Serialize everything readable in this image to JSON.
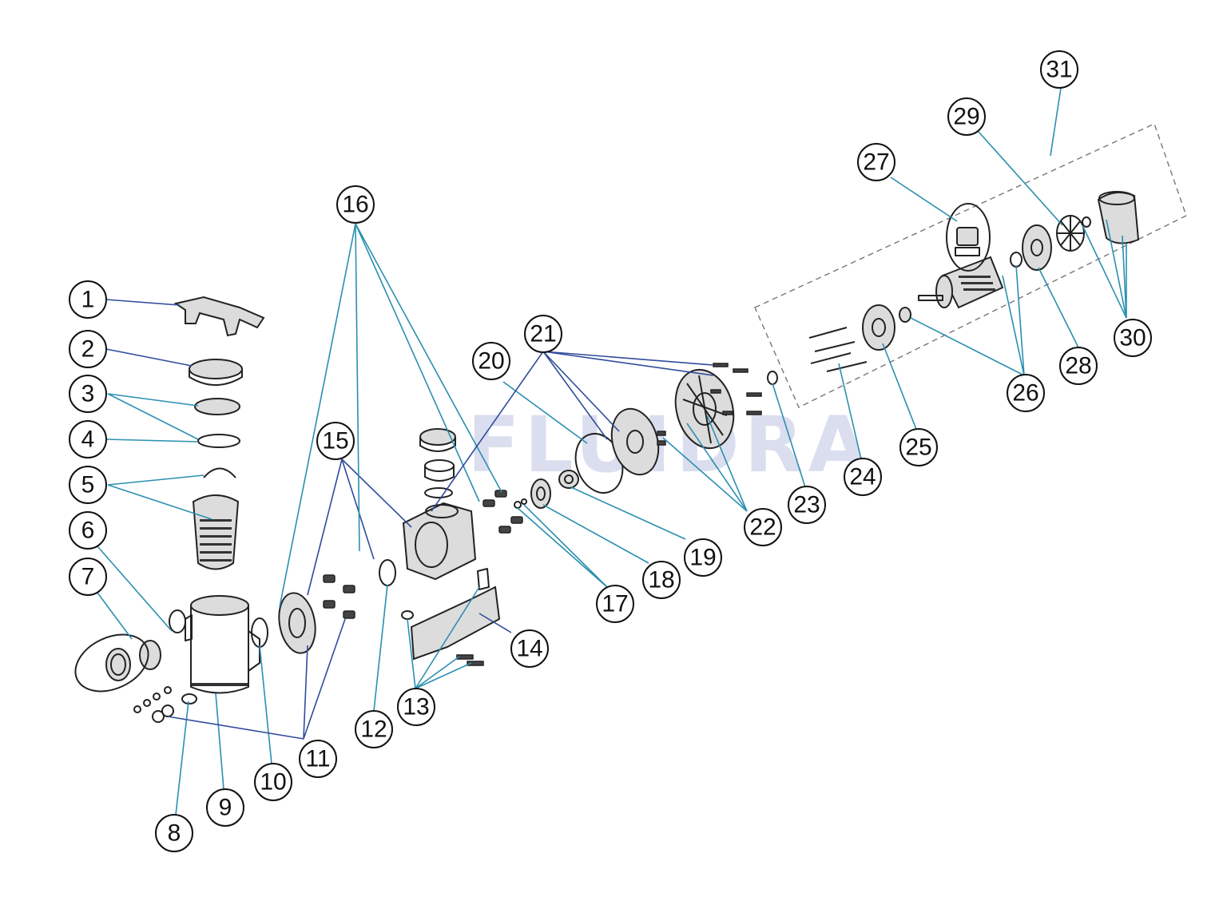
{
  "watermark": "FLUIDRA",
  "colors": {
    "leader": "#2b8fb0",
    "leader_dark": "#2f4c9c",
    "line": "#222222",
    "watermark": "#c9cde8"
  },
  "callouts": [
    {
      "label": "1"
    },
    {
      "label": "2"
    },
    {
      "label": "3"
    },
    {
      "label": "4"
    },
    {
      "label": "5"
    },
    {
      "label": "6"
    },
    {
      "label": "7"
    },
    {
      "label": "8"
    },
    {
      "label": "9"
    },
    {
      "label": "10"
    },
    {
      "label": "11"
    },
    {
      "label": "12"
    },
    {
      "label": "13"
    },
    {
      "label": "14"
    },
    {
      "label": "15"
    },
    {
      "label": "16"
    },
    {
      "label": "17"
    },
    {
      "label": "18"
    },
    {
      "label": "19"
    },
    {
      "label": "20"
    },
    {
      "label": "21"
    },
    {
      "label": "22"
    },
    {
      "label": "23"
    },
    {
      "label": "24"
    },
    {
      "label": "25"
    },
    {
      "label": "26"
    },
    {
      "label": "27"
    },
    {
      "label": "28"
    },
    {
      "label": "29"
    },
    {
      "label": "30"
    },
    {
      "label": "31"
    }
  ]
}
